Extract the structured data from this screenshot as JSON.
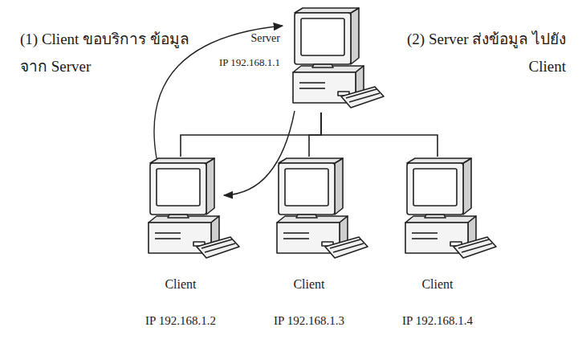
{
  "diagram": {
    "nodes": [
      {
        "text": [
          "Server",
          "IP 192.168.1.1"
        ]
      },
      {
        "text": [
          "Client",
          "IP 192.168.1.2"
        ]
      },
      {
        "text": [
          "Client",
          "IP 192.168.1.3"
        ]
      },
      {
        "text": [
          "Client",
          "IP 192.168.1.4"
        ]
      }
    ],
    "edges": [
      {
        "from": 0,
        "to": 1,
        "arrow": "none"
      },
      {
        "from": 0,
        "to": 2,
        "arrow": "none"
      },
      {
        "from": 0,
        "to": 3,
        "arrow": "none"
      },
      {
        "from": 1,
        "to": 0,
        "arrow": "to"
      },
      {
        "from": 0,
        "to": 1,
        "arrow": "to"
      }
    ],
    "labels": [
      "(1) Client ขอบริการ ข้อมูลจาก Server",
      "(2) Server ส่งข้อมูล ไปยัง Client"
    ]
  }
}
